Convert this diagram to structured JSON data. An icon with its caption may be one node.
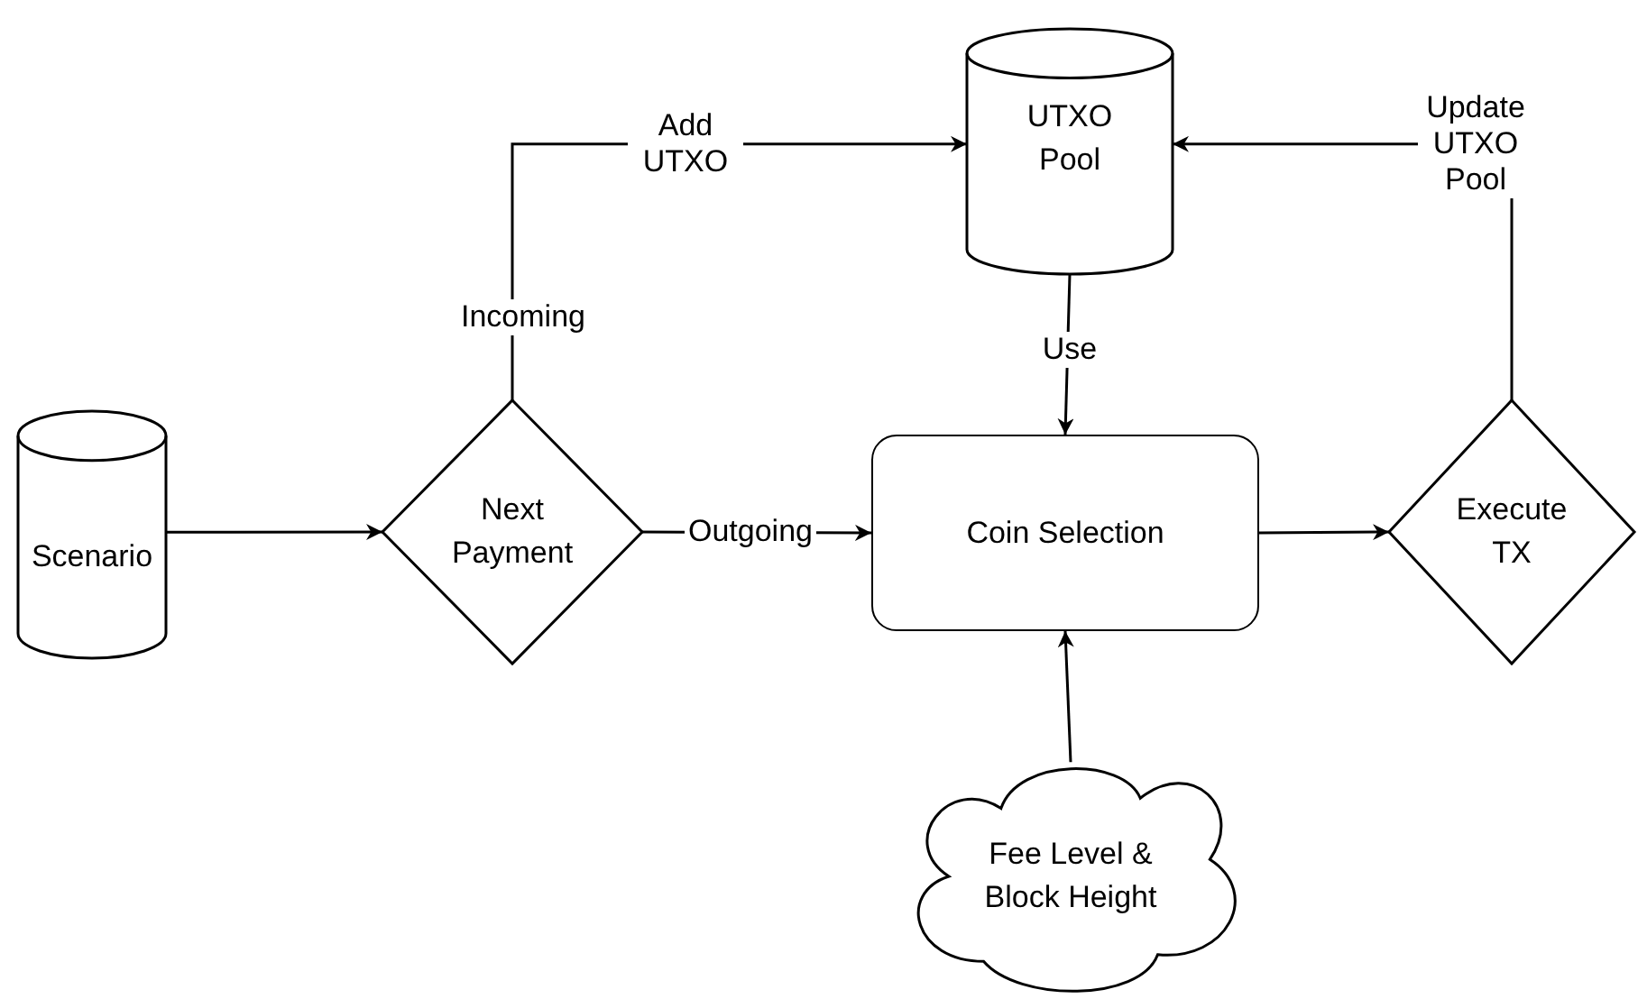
{
  "diagram": {
    "nodes": [
      {
        "text": [
          "Scenario"
        ]
      },
      {
        "text": [
          "Next Payment"
        ]
      },
      {
        "text": [
          "UTXO Pool"
        ]
      },
      {
        "text": [
          "Coin Selection"
        ]
      },
      {
        "text": [
          "Execute TX"
        ]
      },
      {
        "text": [
          "Fee Level & Block Height"
        ]
      }
    ],
    "edges": [
      {
        "from": 0,
        "to": 1,
        "arrow": "to"
      },
      {
        "from": 1,
        "to": 2,
        "arrow": "to",
        "label": "Incoming"
      },
      {
        "from": 1,
        "to": 3,
        "arrow": "to",
        "label": "Outgoing"
      },
      {
        "from": 2,
        "to": 3,
        "arrow": "to",
        "label": "Use"
      },
      {
        "from": 3,
        "to": 4,
        "arrow": "to"
      },
      {
        "from": 4,
        "to": 2,
        "arrow": "to",
        "label": "Update UTXO Pool"
      },
      {
        "from": 5,
        "to": 3,
        "arrow": "to"
      }
    ],
    "labels": [
      "Add UTXO"
    ]
  }
}
